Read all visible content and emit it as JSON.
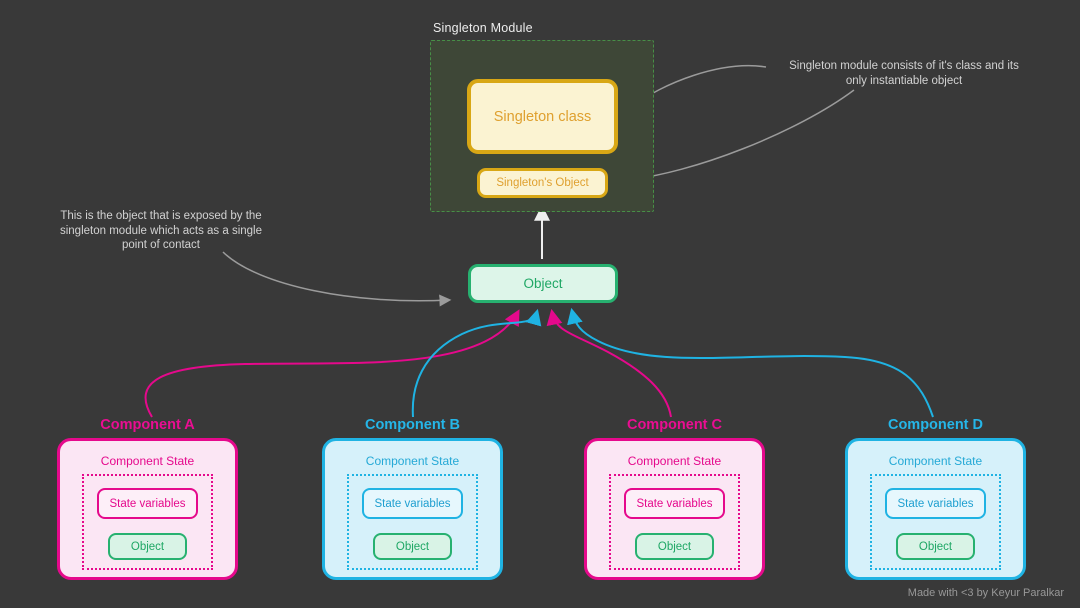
{
  "module": {
    "title": "Singleton Module",
    "class_box_label": "Singleton class",
    "object_box_label": "Singleton's Object"
  },
  "exposed_object": {
    "label": "Object"
  },
  "annotations": {
    "module_note": "Singleton module consists of it's class and its only instantiable object",
    "object_note": "This is the object that is exposed by the singleton module which acts as a single point of contact"
  },
  "components": [
    {
      "title": "Component A",
      "theme": "pink",
      "state_title": "Component State",
      "state_variables_label": "State variables",
      "object_label": "Object"
    },
    {
      "title": "Component B",
      "theme": "cyan",
      "state_title": "Component State",
      "state_variables_label": "State variables",
      "object_label": "Object"
    },
    {
      "title": "Component C",
      "theme": "pink",
      "state_title": "Component State",
      "state_variables_label": "State variables",
      "object_label": "Object"
    },
    {
      "title": "Component D",
      "theme": "cyan",
      "state_title": "Component State",
      "state_variables_label": "State variables",
      "object_label": "Object"
    }
  ],
  "footer": "Made with <3 by Keyur Paralkar",
  "colors": {
    "background": "#393939",
    "pink": "#e5098c",
    "cyan": "#1fb3e3",
    "green": "#27b170",
    "gold_border": "#d8a715",
    "gold_text": "#dfa02f",
    "cream_fill": "#fbf3d2",
    "module_fill": "#3e4737",
    "module_border": "#478f47",
    "gray_arrow": "#9b9b9b",
    "annotation_text": "#d2d2d2"
  }
}
